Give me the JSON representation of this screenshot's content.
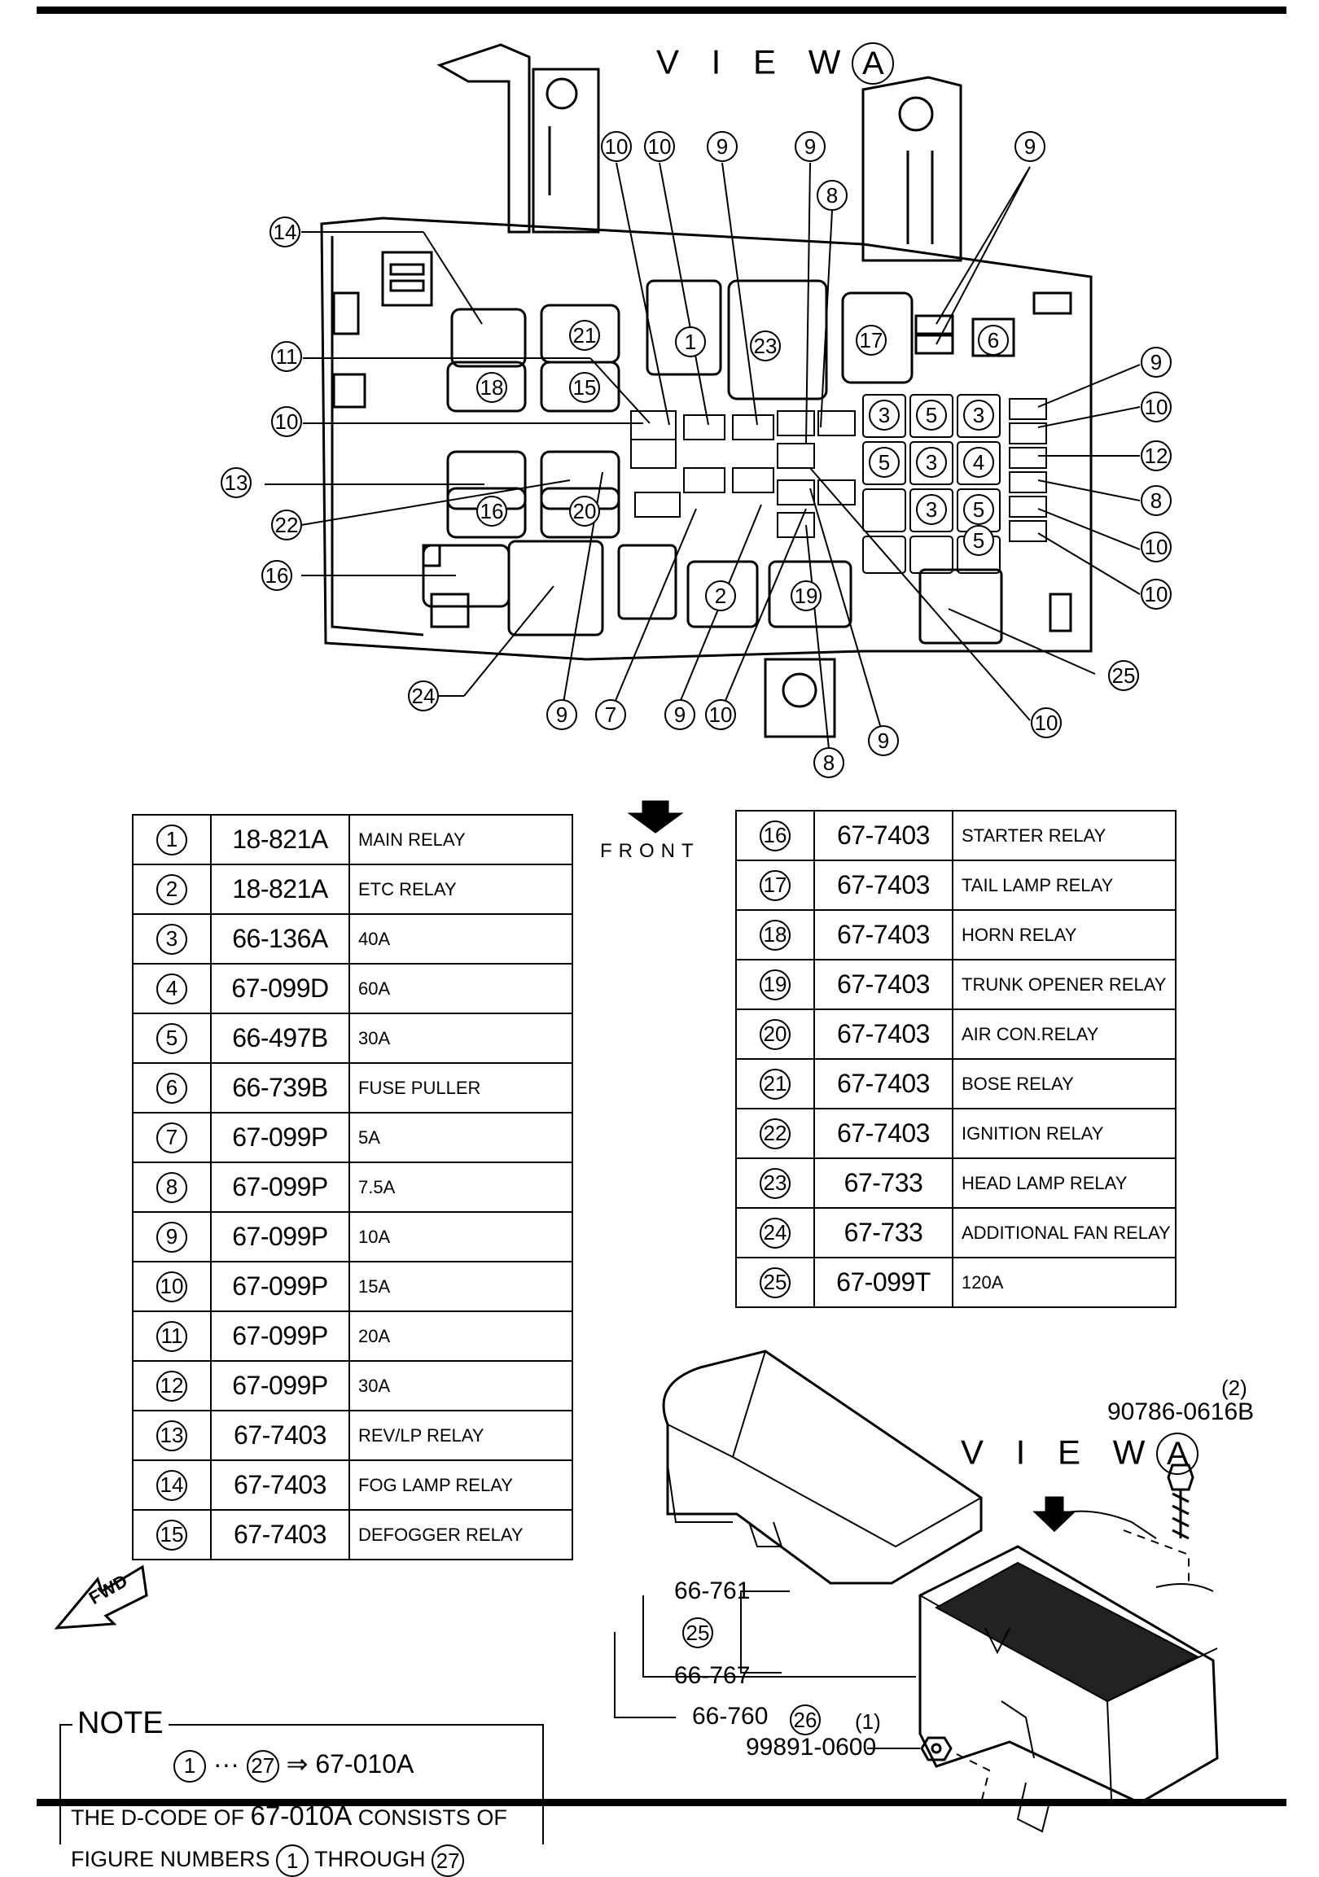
{
  "view_label": "V I E W",
  "view_letter": "A",
  "front_label": "FRONT",
  "fwd_label": "FWD",
  "parts_left": [
    {
      "num": "1",
      "code": "18-821A",
      "desc": "MAIN  RELAY"
    },
    {
      "num": "2",
      "code": "18-821A",
      "desc": "ETC RELAY"
    },
    {
      "num": "3",
      "code": "66-136A",
      "desc": "40A"
    },
    {
      "num": "4",
      "code": "67-099D",
      "desc": "60A"
    },
    {
      "num": "5",
      "code": "66-497B",
      "desc": "30A"
    },
    {
      "num": "6",
      "code": "66-739B",
      "desc": "FUSE PULLER"
    },
    {
      "num": "7",
      "code": "67-099P",
      "desc": "5A"
    },
    {
      "num": "8",
      "code": "67-099P",
      "desc": "7.5A"
    },
    {
      "num": "9",
      "code": "67-099P",
      "desc": "10A"
    },
    {
      "num": "10",
      "code": "67-099P",
      "desc": "15A"
    },
    {
      "num": "11",
      "code": "67-099P",
      "desc": "20A"
    },
    {
      "num": "12",
      "code": "67-099P",
      "desc": "30A"
    },
    {
      "num": "13",
      "code": "67-7403",
      "desc": "REV/LP RELAY"
    },
    {
      "num": "14",
      "code": "67-7403",
      "desc": "FOG LAMP RELAY"
    },
    {
      "num": "15",
      "code": "67-7403",
      "desc": "DEFOGGER RELAY"
    }
  ],
  "parts_right": [
    {
      "num": "16",
      "code": "67-7403",
      "desc": "STARTER RELAY"
    },
    {
      "num": "17",
      "code": "67-7403",
      "desc": "TAIL LAMP RELAY"
    },
    {
      "num": "18",
      "code": "67-7403",
      "desc": "HORN RELAY"
    },
    {
      "num": "19",
      "code": "67-7403",
      "desc": "TRUNK OPENER RELAY"
    },
    {
      "num": "20",
      "code": "67-7403",
      "desc": "AIR CON.RELAY"
    },
    {
      "num": "21",
      "code": "67-7403",
      "desc": "BOSE RELAY"
    },
    {
      "num": "22",
      "code": "67-7403",
      "desc": "IGNITION RELAY"
    },
    {
      "num": "23",
      "code": "67-733",
      "desc": "HEAD LAMP RELAY"
    },
    {
      "num": "24",
      "code": "67-733",
      "desc": "ADDITIONAL FAN RELAY"
    },
    {
      "num": "25",
      "code": "67-099T",
      "desc": "120A"
    }
  ],
  "exploded": {
    "bolt_qty": "(2)",
    "bolt_code": "90786-0616B",
    "cover_code": "66-761",
    "item25": "25",
    "body_code": "66-767",
    "box_code": "66-760",
    "item26": "26",
    "nut_qty": "(1)",
    "nut_code": "99891-0600"
  },
  "note": {
    "title": "NOTE",
    "range_start": "1",
    "range_dots": "···",
    "range_end": "27",
    "arrow": "⇒",
    "target": "67-010A",
    "line2_prefix": "THE D-CODE OF",
    "line2_code": "67-010A",
    "line2_suffix": "CONSISTS OF",
    "line3_prefix": "FIGURE NUMBERS",
    "line3_from": "1",
    "line3_mid": "THROUGH",
    "line3_to": "27"
  },
  "callouts": [
    "10",
    "10",
    "9",
    "9",
    "8",
    "9",
    "14",
    "21",
    "1",
    "23",
    "17",
    "6",
    "11",
    "18",
    "15",
    "10",
    "13",
    "22",
    "16",
    "20",
    "3",
    "5",
    "3",
    "5",
    "3",
    "4",
    "3",
    "5",
    "5",
    "9",
    "10",
    "12",
    "8",
    "10",
    "10",
    "16",
    "2",
    "19",
    "25",
    "24",
    "9",
    "7",
    "9",
    "10",
    "8",
    "9",
    "10"
  ]
}
